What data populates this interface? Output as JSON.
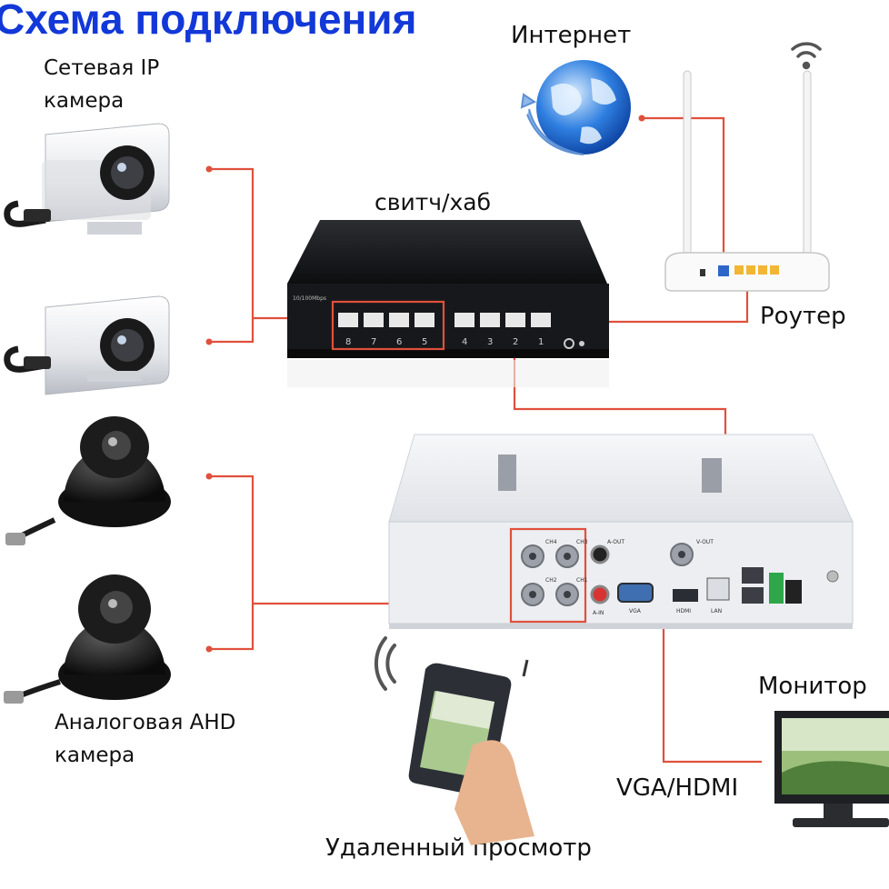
{
  "title": "Схема подключения",
  "labels": {
    "internet": "Интернет",
    "ip_camera_line1": "Сетевая IP",
    "ip_camera_line2": "камера",
    "switch": "свитч/хаб",
    "router": "Роутер",
    "monitor": "Монитор",
    "ahd_camera_line1": "Аналоговая AHD",
    "ahd_camera_line2": "камера",
    "vga_hdmi": "VGA/HDMI",
    "remote_view": "Удаленный просмотр"
  },
  "switch_device": {
    "model_text": "10/100Mbps",
    "port_numbers": [
      "8",
      "7",
      "6",
      "5",
      "4",
      "3",
      "2",
      "1"
    ]
  },
  "dvr_device": {
    "channel_labels": [
      "CH4",
      "CH3",
      "CH2",
      "CH1"
    ],
    "port_labels": [
      "A-OUT",
      "A-IN",
      "VGA",
      "HDMI",
      "LAN",
      "V-OUT"
    ]
  },
  "colors": {
    "title": "#1238d8",
    "wire": "#e0503c",
    "highlight": "#e0503c"
  }
}
